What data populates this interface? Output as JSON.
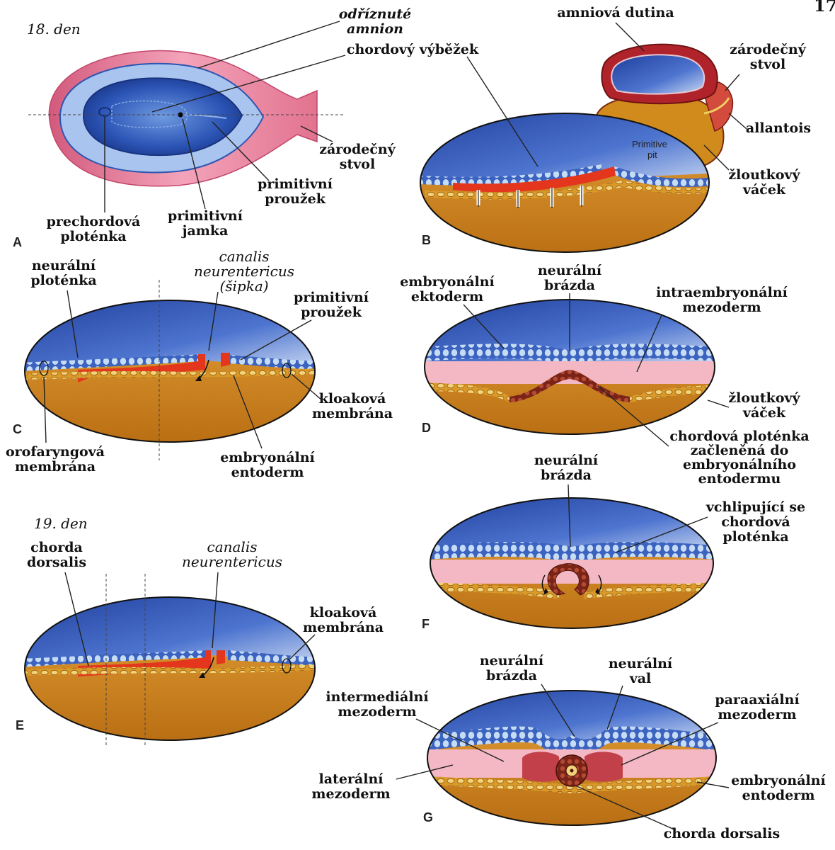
{
  "page_number": "17",
  "panels": {
    "A": {
      "letter": "A",
      "day": "18. den",
      "labels": {
        "cut_amnion_1": "odříznuté",
        "cut_amnion_2": "amnion",
        "notochord_process": "chordový výběžek",
        "stalk_1": "zárodečný",
        "stalk_2": "stvol",
        "streak_1": "primitivní",
        "streak_2": "proužek",
        "pit_1": "primitivní",
        "pit_2": "jamka",
        "prechordal_1": "prechordová",
        "prechordal_2": "ploténka"
      }
    },
    "B": {
      "letter": "B",
      "labels": {
        "amnion_cavity": "amniová dutina",
        "stalk_1": "zárodečný",
        "stalk_2": "stvol",
        "allantois": "allantois",
        "yolk_1": "žloutkový",
        "yolk_2": "váček",
        "primitive_pit_1": "Primitive",
        "primitive_pit_2": "pit"
      }
    },
    "C": {
      "letter": "C",
      "labels": {
        "neural_plate_1": "neurální",
        "neural_plate_2": "ploténka",
        "canalis_1": "canalis",
        "canalis_2": "neurentericus",
        "canalis_3": "(šipka)",
        "streak_1": "primitivní",
        "streak_2": "proužek",
        "cloacal_1": "kloaková",
        "cloacal_2": "membrána",
        "orophar_1": "orofaryngová",
        "orophar_2": "membrána",
        "endoderm_1": "embryonální",
        "endoderm_2": "entoderm"
      }
    },
    "D": {
      "letter": "D",
      "labels": {
        "ectoderm_1": "embryonální",
        "ectoderm_2": "ektoderm",
        "groove_1": "neurální",
        "groove_2": "brázda",
        "intra_meso_1": "intraembryonální",
        "intra_meso_2": "mezoderm",
        "yolk_1": "žloutkový",
        "yolk_2": "váček",
        "chord_plate_1": "chordová ploténka",
        "chord_plate_2": "začleněná do",
        "chord_plate_3": "embryonálního",
        "chord_plate_4": "entodermu"
      }
    },
    "E": {
      "letter": "E",
      "day": "19. den",
      "labels": {
        "chorda_1": "chorda",
        "chorda_2": "dorsalis",
        "canalis_1": "canalis",
        "canalis_2": "neurentericus",
        "cloacal_1": "kloaková",
        "cloacal_2": "membrána"
      }
    },
    "F": {
      "letter": "F",
      "labels": {
        "groove_1": "neurální",
        "groove_2": "brázda",
        "invag_1": "vchlipující se",
        "invag_2": "chordová",
        "invag_3": "ploténka"
      }
    },
    "G": {
      "letter": "G",
      "labels": {
        "groove_1": "neurální",
        "groove_2": "brázda",
        "fold_1": "neurální",
        "fold_2": "val",
        "inter_meso_1": "intermediální",
        "inter_meso_2": "mezoderm",
        "para_meso_1": "paraaxiální",
        "para_meso_2": "mezoderm",
        "lat_meso_1": "laterální",
        "lat_meso_2": "mezoderm",
        "endoderm_1": "embryonální",
        "endoderm_2": "entoderm",
        "chorda": "chorda dorsalis"
      }
    }
  },
  "colors": {
    "ectoderm_blue": "#2f56b3",
    "cell_light": "#bcd6f2",
    "mesoderm_red": "#e4361c",
    "yolk_orange": "#d9901f",
    "mesoderm_pink": "#f4b8c4",
    "amnion_pink": "#e58aa4",
    "notochord_brown": "#8a2a1e"
  }
}
